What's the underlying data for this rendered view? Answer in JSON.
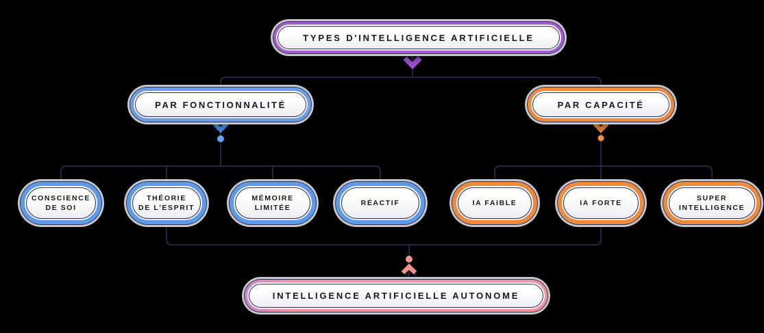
{
  "root": {
    "label": "TYPES D'INTELLIGENCE ARTIFICIELLE"
  },
  "branches": [
    {
      "label": "PAR FONCTIONNALITÉ",
      "children": [
        {
          "lines": [
            "CONSCIENCE",
            "DE SOI"
          ]
        },
        {
          "lines": [
            "THÉORIE",
            "DE L'ESPRIT"
          ]
        },
        {
          "lines": [
            "MÉMOIRE",
            "LIMITÉE"
          ]
        },
        {
          "lines": [
            "RÉACTIF"
          ]
        }
      ]
    },
    {
      "label": "PAR CAPACITÉ",
      "children": [
        {
          "lines": [
            "IA FAIBLE"
          ]
        },
        {
          "lines": [
            "IA FORTE"
          ]
        },
        {
          "lines": [
            "SUPER",
            "INTELLIGENCE"
          ]
        }
      ]
    }
  ],
  "result": {
    "label": "INTELLIGENCE ARTIFICIELLE AUTONOME"
  },
  "colors": {
    "purple": "#a55ad2",
    "blue": "#5c9aec",
    "orange": "#ee8a3e",
    "salmon": "#f4929a",
    "magenta_tint": "#c783d2",
    "connector": "#262b4d",
    "outer_ring": "#c7c7cc",
    "ink": "#17171f",
    "background": "#000000"
  }
}
